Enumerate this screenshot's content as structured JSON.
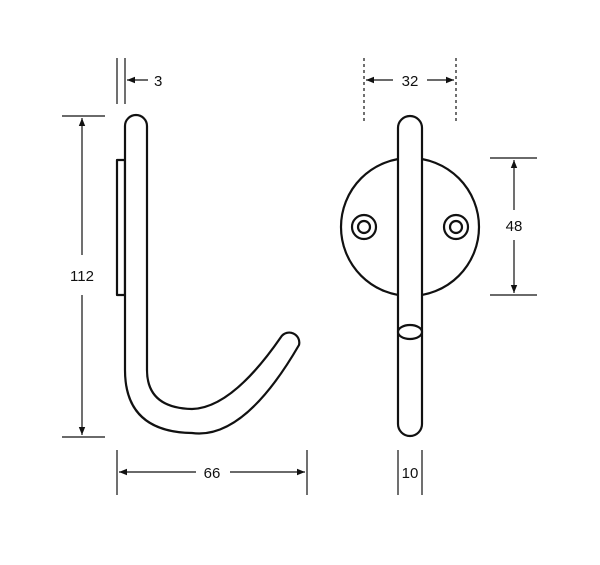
{
  "colors": {
    "line": "#111111",
    "background": "#ffffff"
  },
  "dimensions": {
    "wall_thickness": "3",
    "hook_height": "112",
    "hook_projection": "66",
    "rod_spacing": "32",
    "hole_spacing": "48",
    "rod_diameter": "10"
  }
}
